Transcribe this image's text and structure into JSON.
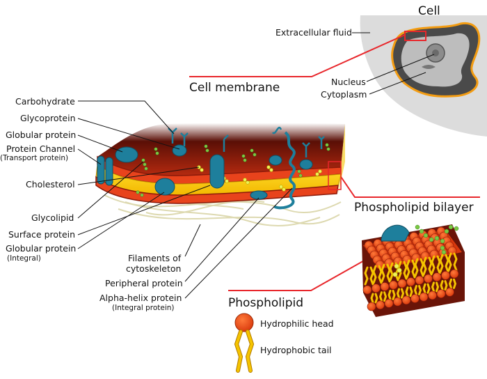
{
  "titles": {
    "cell": "Cell",
    "cell_membrane": "Cell membrane",
    "bilayer": "Phospholipid bilayer",
    "phospholipid": "Phospholipid"
  },
  "cell_labels": {
    "extracellular_fluid": "Extracellular fluid",
    "nucleus": "Nucleus",
    "cytoplasm": "Cytoplasm"
  },
  "membrane_labels": {
    "carbohydrate": "Carbohydrate",
    "glycoprotein": "Glycoprotein",
    "globular_protein": "Globular protein",
    "protein_channel": "Protein Channel",
    "transport_protein": "(Transport protein)",
    "cholesterol": "Cholesterol",
    "glycolipid": "Glycolipid",
    "surface_protein": "Surface protein",
    "globular_protein_integral": "Globular protein",
    "integral": "(Integral)",
    "filaments_1": "Filaments of",
    "filaments_2": "cytoskeleton",
    "peripheral_protein": "Peripheral protein",
    "alpha_helix_protein": "Alpha-helix protein",
    "integral_protein": "(Integral protein)"
  },
  "legend": {
    "hydrophilic_head": "Hydrophilic head",
    "hydrophobic_tail": "Hydrophobic tail"
  },
  "colors": {
    "head_red": "#e8431c",
    "dark_red": "#8a1a0a",
    "tail_yellow": "#f5c400",
    "orange": "#f39c12",
    "protein_teal": "#1e7f9c",
    "cholesterol_green": "#c8e000",
    "glycolipid_green": "#7ac943",
    "cell_gray": "#d9d9d9",
    "callout_red": "#e8262b"
  }
}
